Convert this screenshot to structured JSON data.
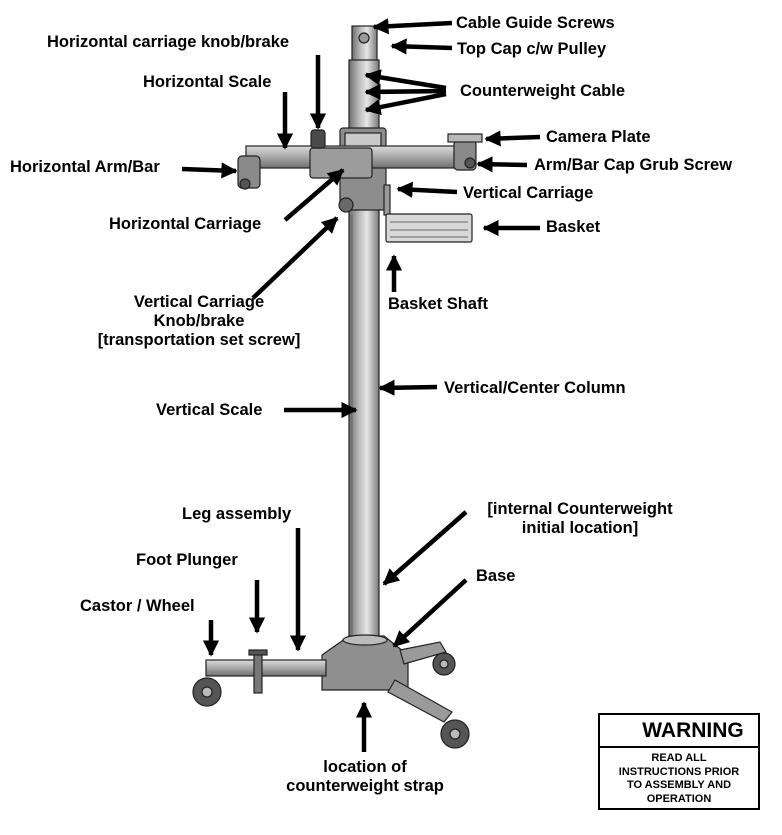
{
  "labels": {
    "cable_guide_screws": "Cable Guide Screws",
    "horizontal_carriage_knob": "Horizontal carriage knob/brake",
    "top_cap": "Top Cap c/w Pulley",
    "horizontal_scale": "Horizontal Scale",
    "counterweight_cable": "Counterweight Cable",
    "camera_plate": "Camera Plate",
    "horizontal_arm": "Horizontal Arm/Bar",
    "arm_cap_grub_screw": "Arm/Bar Cap Grub Screw",
    "vertical_carriage": "Vertical Carriage",
    "horizontal_carriage": "Horizontal Carriage",
    "basket": "Basket",
    "vertical_carriage_knob": [
      "Vertical Carriage",
      "Knob/brake",
      "[transportation set screw]"
    ],
    "basket_shaft": "Basket Shaft",
    "vertical_column": "Vertical/Center Column",
    "vertical_scale": "Vertical Scale",
    "leg_assembly": "Leg assembly",
    "internal_counterweight": [
      "[internal Counterweight",
      "initial location]"
    ],
    "foot_plunger": "Foot Plunger",
    "base": "Base",
    "castor_wheel": "Castor / Wheel",
    "counterweight_strap": [
      "location of",
      "counterweight strap"
    ]
  },
  "warning": {
    "title": "WARNING",
    "icon": "warning-triangle-icon",
    "lines": [
      "READ ALL",
      "INSTRUCTIONS PRIOR",
      "TO ASSEMBLY AND",
      "OPERATION"
    ]
  }
}
